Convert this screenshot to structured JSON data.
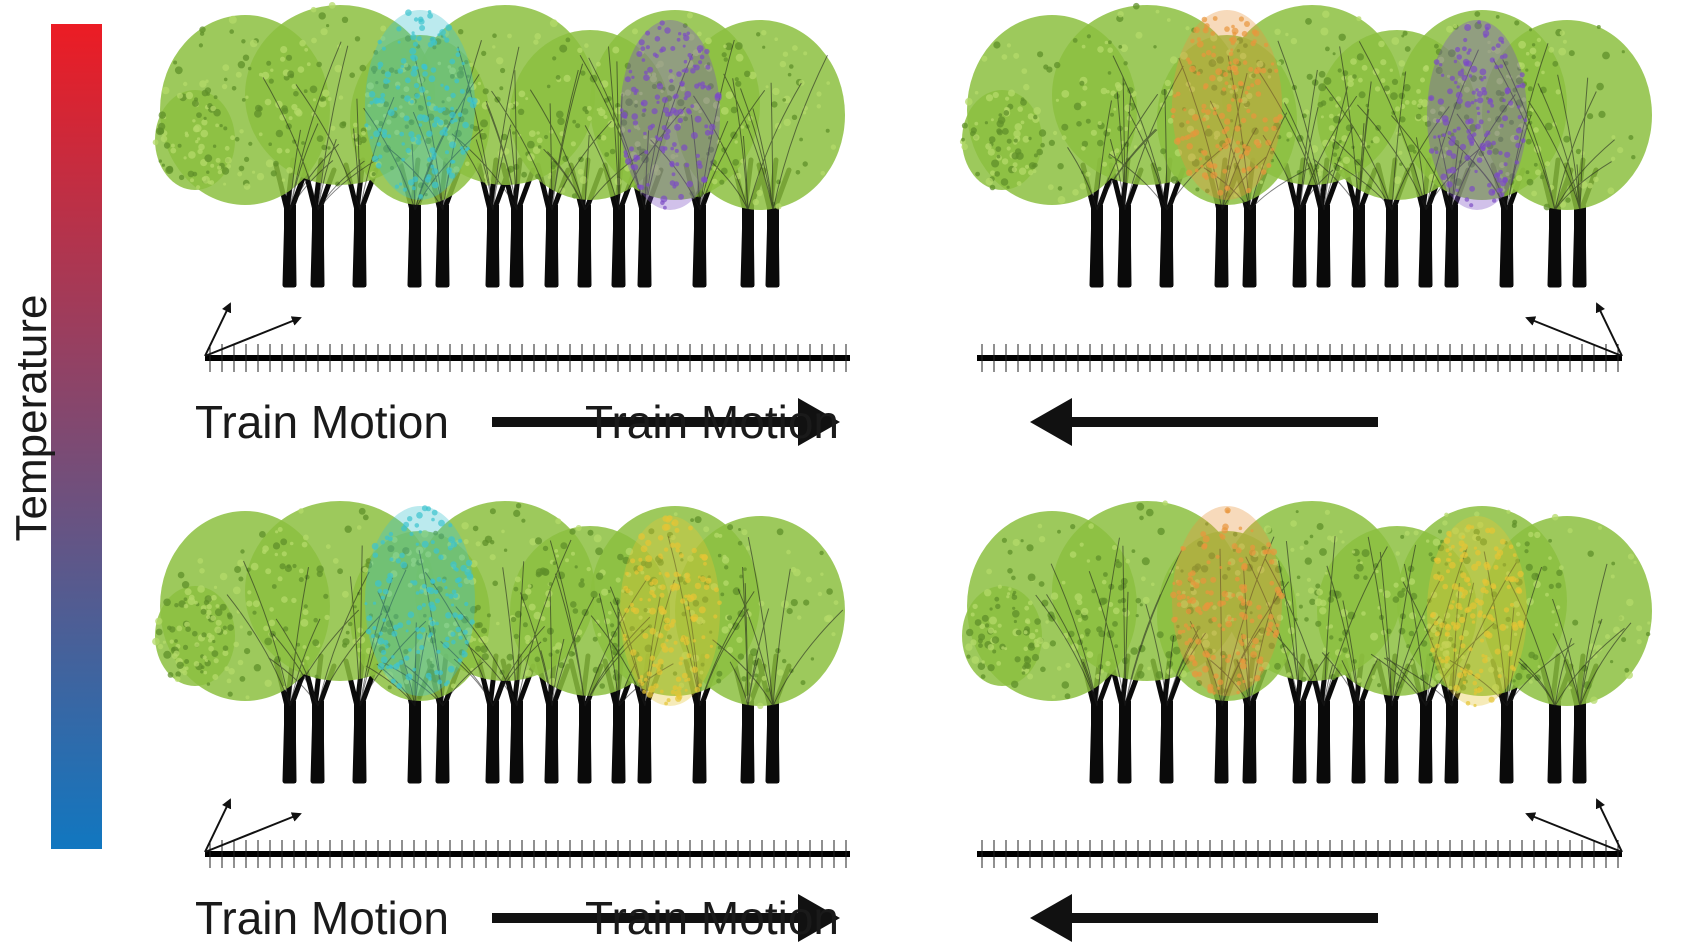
{
  "legend": {
    "label": "Temperature",
    "color_high": "#ec1c24",
    "color_low": "#1177c0"
  },
  "tree_colors": {
    "foliage_base": "#8cbf3f",
    "foliage_light": "#b4d96a",
    "foliage_dark": "#5f8f2a",
    "trunk": "#0a0a0a"
  },
  "panels": [
    {
      "id": "top-left",
      "motion_label": "Train Motion",
      "direction": "right",
      "patches": [
        "#3cc3cf",
        "#7c4cc4"
      ]
    },
    {
      "id": "top-right",
      "motion_label": "Train Motion",
      "direction": "left",
      "patches": [
        "#e8963c",
        "#7c4cc4"
      ]
    },
    {
      "id": "bottom-left",
      "motion_label": "Train Motion",
      "direction": "right",
      "patches": [
        "#3cc3cf",
        "#e6c534"
      ]
    },
    {
      "id": "bottom-right",
      "motion_label": "Train Motion",
      "direction": "left",
      "patches": [
        "#e8963c",
        "#e6c534"
      ]
    }
  ]
}
